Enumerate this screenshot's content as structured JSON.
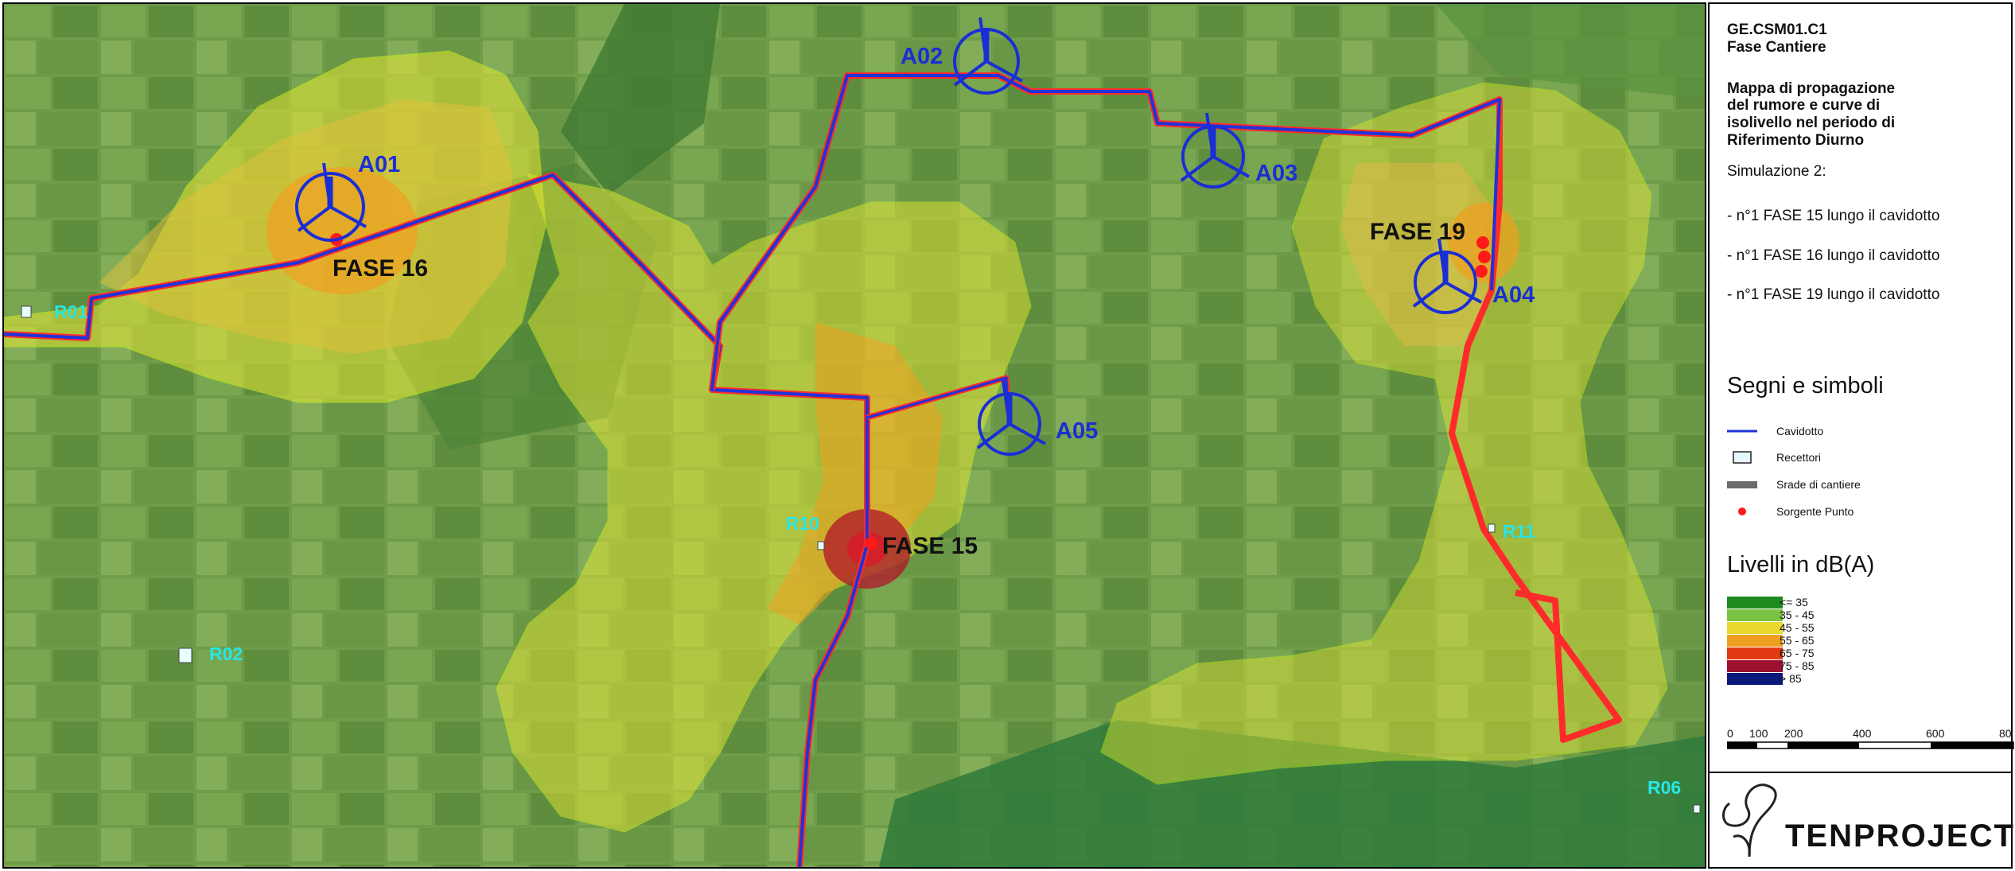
{
  "map": {
    "turbines": [
      {
        "id": "A01",
        "label": "A01"
      },
      {
        "id": "A02",
        "label": "A02"
      },
      {
        "id": "A03",
        "label": "A03"
      },
      {
        "id": "A04",
        "label": "A04"
      },
      {
        "id": "A05",
        "label": "A05"
      }
    ],
    "phases": [
      {
        "label": "FASE 16"
      },
      {
        "label": "FASE 19"
      },
      {
        "label": "FASE 15"
      }
    ],
    "receptors": [
      {
        "label": "R01"
      },
      {
        "label": "R02"
      },
      {
        "label": "R10"
      },
      {
        "label": "R11"
      },
      {
        "label": "R06"
      }
    ],
    "colors": {
      "cavidotto": "#1f33d8",
      "source": "#ff1a1a",
      "turbine": "#1a2ed6",
      "receptor_label": "#27e6e6"
    }
  },
  "legend": {
    "code": "GE.CSM01.C1",
    "phase": "Fase Cantiere",
    "title_lines": [
      "Mappa di propagazione",
      "del rumore e curve di",
      "isolivello nel periodo di",
      "Riferimento Diurno"
    ],
    "simulation": "Simulazione 2:",
    "items": [
      "- n°1 FASE 15 lungo il cavidotto",
      "- n°1 FASE 16 lungo il cavidotto",
      "- n°1 FASE 19 lungo il cavidotto"
    ],
    "symbols_title": "Segni e simboli",
    "symbols": [
      {
        "label": "Cavidotto",
        "icon": "blue-line-icon"
      },
      {
        "label": "Recettori",
        "icon": "receptor-box-icon"
      },
      {
        "label": "Srade di cantiere",
        "icon": "grey-road-icon"
      },
      {
        "label": "Sorgente Punto",
        "icon": "red-dot-icon"
      }
    ],
    "levels_title": "Livelli in dB(A)",
    "levels": [
      {
        "text": "<= 35",
        "color": "#1f8a1f"
      },
      {
        "text": "35  -  45",
        "color": "#7cc242"
      },
      {
        "text": "45  -  55",
        "color": "#e8d830"
      },
      {
        "text": "55  -  65",
        "color": "#f0a020"
      },
      {
        "text": "65  -  75",
        "color": "#e23a12"
      },
      {
        "text": "75  -  85",
        "color": "#9c1030"
      },
      {
        "text": ">  85",
        "color": "#0a1a7a"
      }
    ],
    "scale_ticks": [
      "0",
      "100",
      "200",
      "400",
      "600",
      "80"
    ],
    "logo_text": "TENPROJECT"
  }
}
